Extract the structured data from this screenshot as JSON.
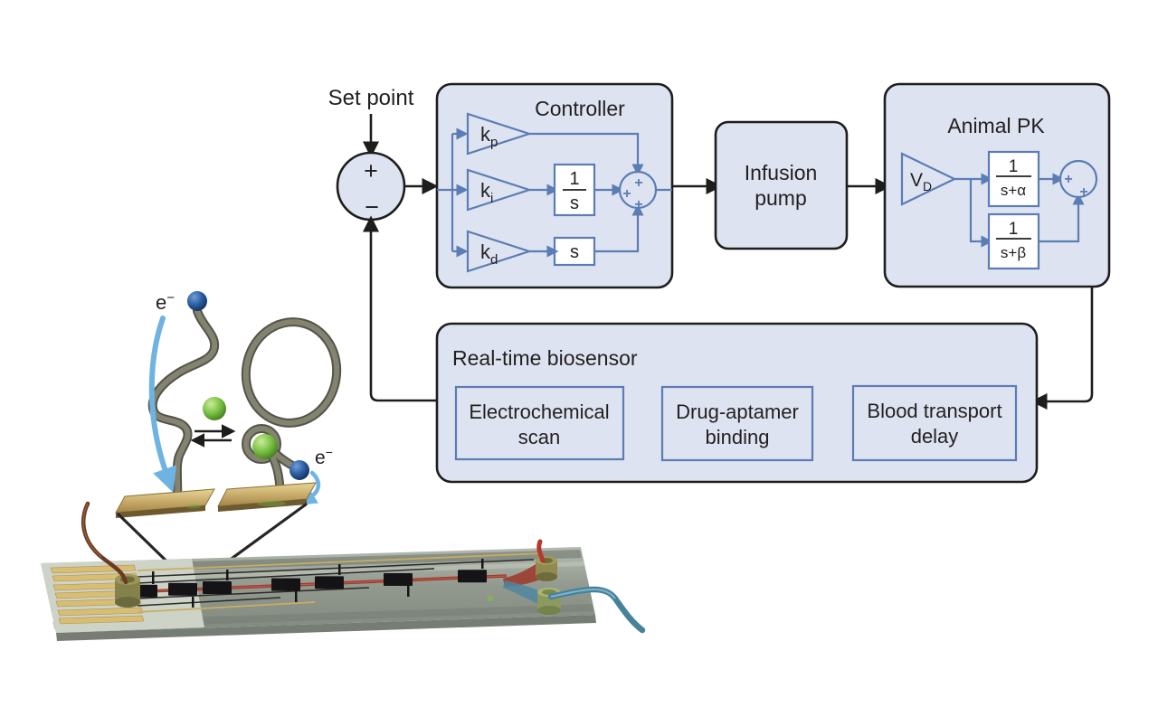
{
  "colors": {
    "block_fill": "#dde3f0",
    "outline": "#1d1d1b",
    "diagram_blue": "#5b7cb5",
    "electron_blue": "#6fb3e3",
    "target_green": "#77c142",
    "reporter_navy": "#1d4a8a",
    "electrode_gold": "#c2a564",
    "chip_gray": "#99a096",
    "channel_red": "#a33b2d",
    "tube_teal": "#47829b",
    "wire_brown": "#6b3a22"
  },
  "set_point": {
    "label": "Set point"
  },
  "sum": {
    "plus": "+",
    "minus": "−"
  },
  "controller": {
    "title": "Controller",
    "gains": [
      {
        "base": "k",
        "sub": "p"
      },
      {
        "base": "k",
        "sub": "i"
      },
      {
        "base": "k",
        "sub": "d"
      }
    ],
    "integrator": {
      "num": "1",
      "den": "s"
    },
    "derivative": "s",
    "sum_signs": [
      "+",
      "+",
      "+"
    ]
  },
  "pump": {
    "line1": "Infusion",
    "line2": "pump"
  },
  "pk": {
    "title": "Animal PK",
    "gain": {
      "base": "V",
      "sub": "D"
    },
    "tf1": {
      "num": "1",
      "den": "s+α"
    },
    "tf2": {
      "num": "1",
      "den": "s+β"
    },
    "sum_signs": [
      "+",
      "+"
    ]
  },
  "biosensor": {
    "title": "Real-time biosensor",
    "boxes": [
      {
        "line1": "Electrochemical",
        "line2": "scan"
      },
      {
        "line1": "Drug-aptamer",
        "line2": "binding"
      },
      {
        "line1": "Blood transport",
        "line2": "delay"
      }
    ]
  },
  "illustration": {
    "electron_left": {
      "base": "e",
      "sup": "−"
    },
    "electron_right": {
      "base": "e",
      "sup": "−"
    }
  }
}
